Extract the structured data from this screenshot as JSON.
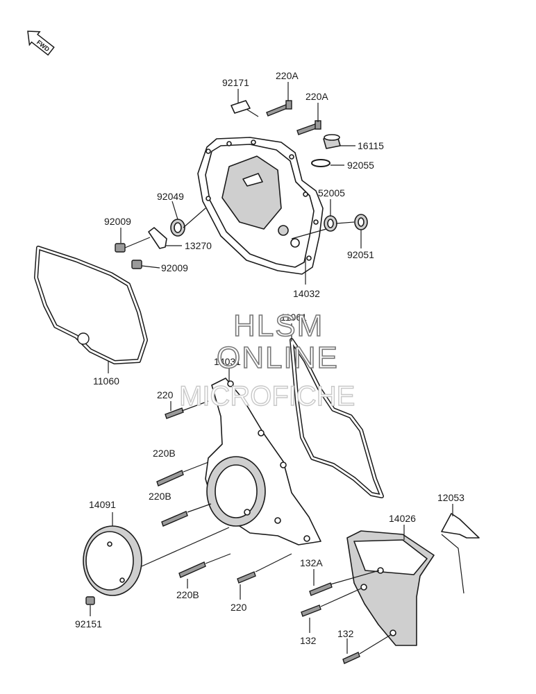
{
  "diagram": {
    "fwd_badge": "FWD",
    "watermark": {
      "line1": "HLSM",
      "line2": "ONLINE",
      "line3": "MICROFICHE"
    },
    "labels": {
      "p92171": "92171",
      "p220A_1": "220A",
      "p220A_2": "220A",
      "p16115": "16115",
      "p92055": "92055",
      "p52005": "52005",
      "p92051": "92051",
      "p92049": "92049",
      "p92009_1": "92009",
      "p92009_2": "92009",
      "p13270": "13270",
      "p14032": "14032",
      "p11060": "11060",
      "p11061": "11061",
      "p14031": "14031",
      "p220_1": "220",
      "p220B_1": "220B",
      "p220B_2": "220B",
      "p220B_3": "220B",
      "p220_2": "220",
      "p14091": "14091",
      "p92151": "92151",
      "p12053": "12053",
      "p14026": "14026",
      "p132A": "132A",
      "p132_1": "132",
      "p132_2": "132"
    }
  }
}
